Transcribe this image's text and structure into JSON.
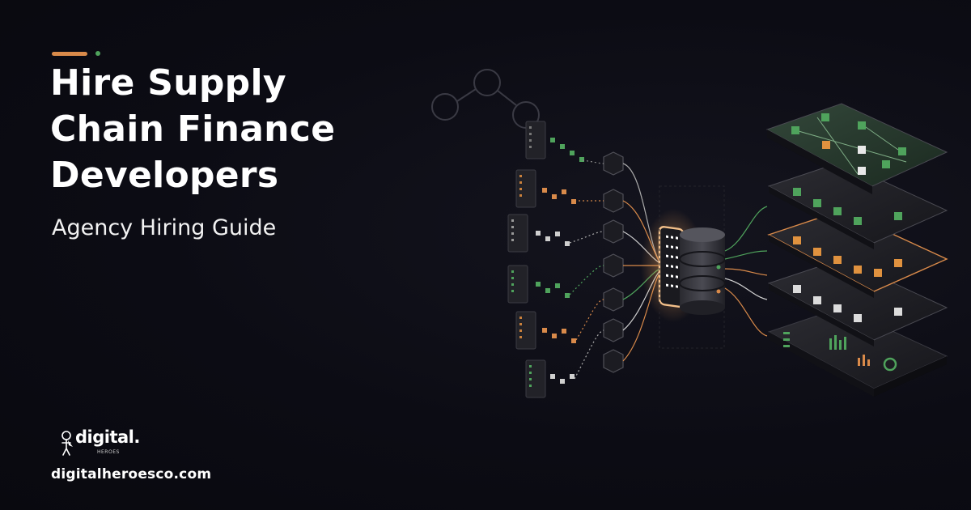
{
  "headline": {
    "lines": [
      "Hire Supply",
      "Chain Finance",
      "Developers"
    ]
  },
  "subtitle": "Agency Hiring Guide",
  "brand": {
    "logo_word": "digital.",
    "logo_sub": "HEROES",
    "website": "digitalheroesco.com"
  },
  "colors": {
    "background": "#0c0c14",
    "accent_orange": "#d98a4a",
    "accent_green": "#4fa35c",
    "text": "#ffffff"
  },
  "illustration": {
    "icon": "data-pipeline-network-illustration"
  }
}
